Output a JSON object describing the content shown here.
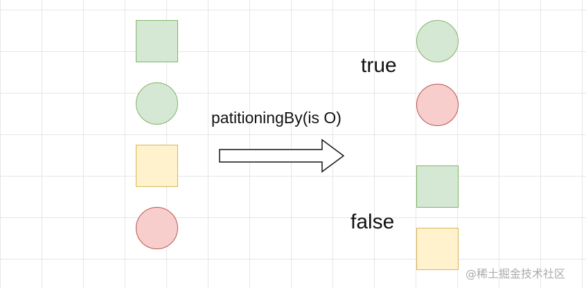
{
  "diagram": {
    "input_items": [
      {
        "shape": "square",
        "color": "green"
      },
      {
        "shape": "circle",
        "color": "green"
      },
      {
        "shape": "square",
        "color": "yellow"
      },
      {
        "shape": "circle",
        "color": "red"
      }
    ],
    "operation_label": "patitioningBy(is O)",
    "arrow": "block-arrow-right",
    "output_groups": [
      {
        "label": "true",
        "items": [
          {
            "shape": "circle",
            "color": "green"
          },
          {
            "shape": "circle",
            "color": "red"
          }
        ]
      },
      {
        "label": "false",
        "items": [
          {
            "shape": "square",
            "color": "green"
          },
          {
            "shape": "square",
            "color": "yellow"
          }
        ]
      }
    ],
    "colors": {
      "green_fill": "#d5e8d4",
      "green_stroke": "#82b366",
      "yellow_fill": "#fff2cc",
      "yellow_stroke": "#d6b656",
      "red_fill": "#f8cecc",
      "red_stroke": "#b85450",
      "grid": "#e6e6e6"
    }
  },
  "watermark": "@稀土掘金技术社区"
}
